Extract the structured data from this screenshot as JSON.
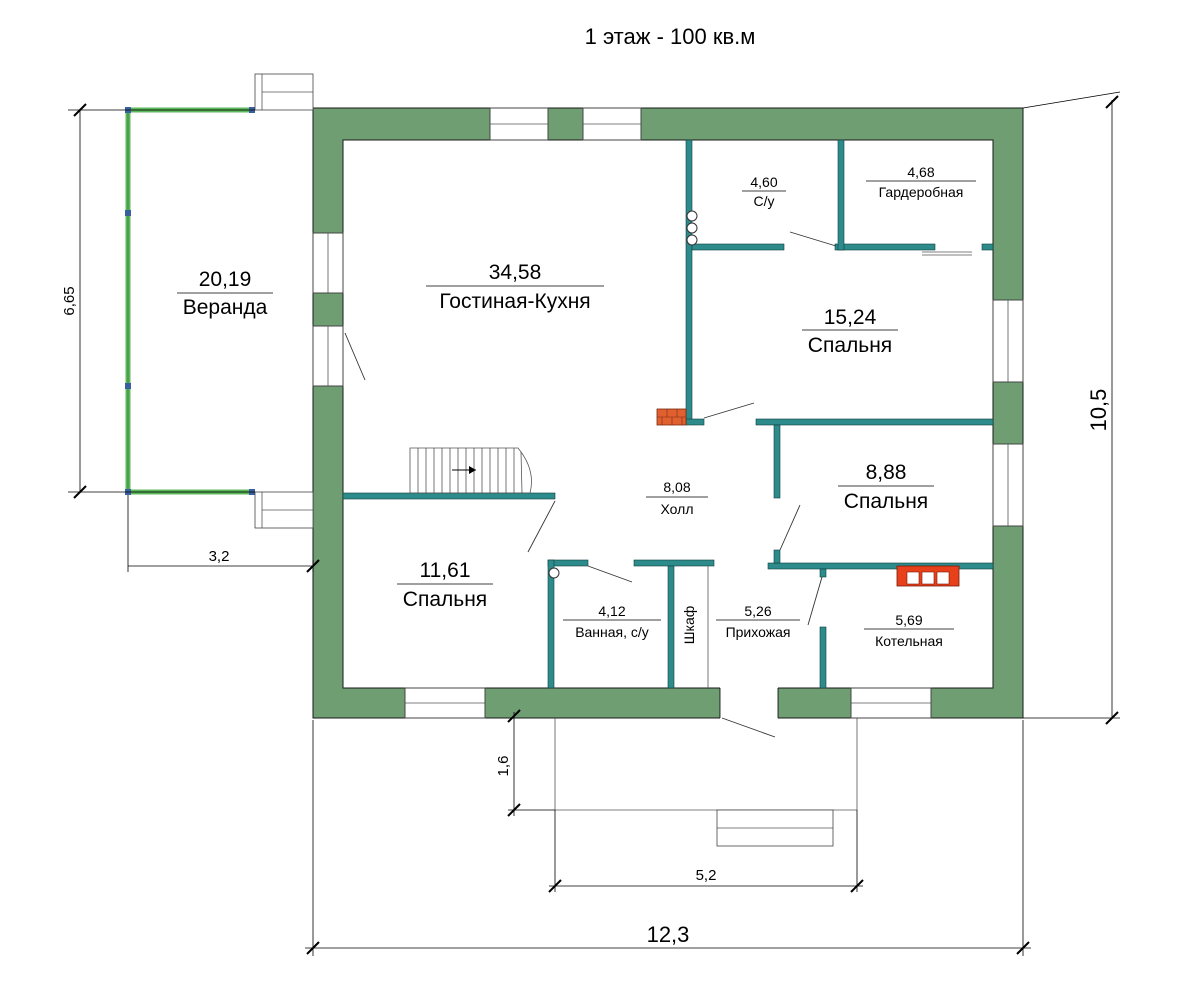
{
  "title": "1 этаж - 100 кв.м",
  "rooms": {
    "veranda": {
      "area": "20,19",
      "name": "Веранда"
    },
    "living": {
      "area": "34,58",
      "name": "Гостиная-Кухня"
    },
    "wc": {
      "area": "4,60",
      "name": "С/у"
    },
    "wardrobe": {
      "area": "4,68",
      "name": "Гардеробная"
    },
    "bedroom1": {
      "area": "15,24",
      "name": "Спальня"
    },
    "hall": {
      "area": "8,08",
      "name": "Холл"
    },
    "bedroom2": {
      "area": "8,88",
      "name": "Спальня"
    },
    "bedroom3": {
      "area": "11,61",
      "name": "Спальня"
    },
    "bath": {
      "area": "4,12",
      "name": "Ванная, с/у"
    },
    "closet": {
      "name": "Шкаф"
    },
    "entry": {
      "area": "5,26",
      "name": "Прихожая"
    },
    "boiler": {
      "area": "5,69",
      "name": "Котельная"
    }
  },
  "dimensions": {
    "veranda_height": "6,65",
    "veranda_width": "3,2",
    "total_height": "10,5",
    "porch_depth": "1,6",
    "porch_width": "5,2",
    "total_width": "12,3"
  },
  "colors": {
    "outer_wall": "#6f9e72",
    "inner_wall": "#2e8b8b",
    "veranda_rail": "#5cb85c",
    "brick": "#e06030",
    "radiator": "#e8401a"
  }
}
